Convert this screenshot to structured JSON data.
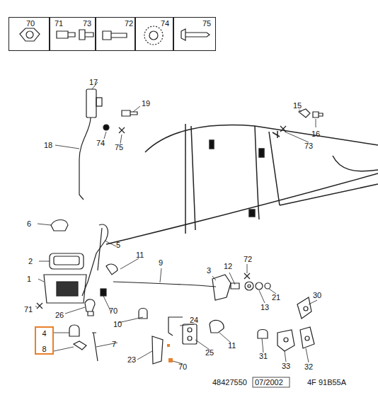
{
  "diagram": {
    "nodes": [
      {
        "text": [
          "70"
        ]
      },
      {
        "text": [
          "71",
          "73"
        ]
      },
      {
        "text": [
          "72"
        ]
      },
      {
        "text": [
          "74"
        ]
      },
      {
        "text": [
          "75"
        ]
      },
      {
        "text": [
          "4",
          "8"
        ]
      }
    ],
    "edges": [],
    "labels": [
      "17",
      "19",
      "18",
      "74",
      "75",
      "15",
      "16",
      "73",
      "6",
      "5",
      "11",
      "2",
      "9",
      "3",
      "12",
      "72",
      "1",
      "71",
      "26",
      "70",
      "13",
      "21",
      "30",
      "10",
      "24",
      "7",
      "11",
      "25",
      "23",
      "70",
      "31",
      "33",
      "32",
      "48427550",
      "07/2002",
      "4F 91B55A"
    ]
  }
}
